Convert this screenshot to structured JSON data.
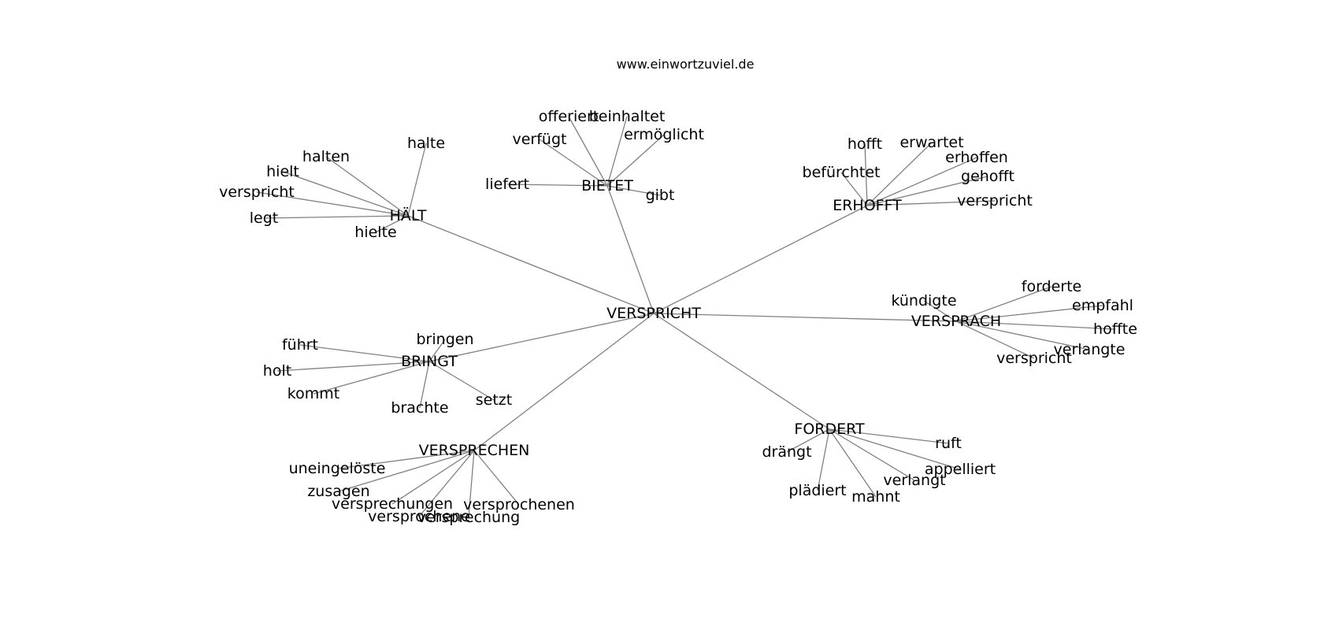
{
  "diagram": {
    "title": "www.einwortzuviel.de",
    "root": "VERSPRICHT",
    "clusters": [
      {
        "id": "haelt",
        "label": "HÄLT",
        "children": [
          "halte",
          "halten",
          "hielt",
          "verspricht",
          "legt",
          "hielte"
        ]
      },
      {
        "id": "bietet",
        "label": "BIETET",
        "children": [
          "offeriert",
          "beinhaltet",
          "ermöglicht",
          "verfügt",
          "liefert",
          "gibt"
        ]
      },
      {
        "id": "erhofft",
        "label": "ERHOFFT",
        "children": [
          "hofft",
          "erwartet",
          "erhoffen",
          "gehofft",
          "befürchtet",
          "verspricht"
        ]
      },
      {
        "id": "versprach",
        "label": "VERSPRACH",
        "children": [
          "kündigte",
          "forderte",
          "empfahl",
          "hoffte",
          "verlangte",
          "verspricht"
        ]
      },
      {
        "id": "bringt",
        "label": "BRINGT",
        "children": [
          "bringen",
          "führt",
          "holt",
          "kommt",
          "brachte",
          "setzt"
        ]
      },
      {
        "id": "versprechen",
        "label": "VERSPRECHEN",
        "children": [
          "uneingelöste",
          "zusagen",
          "versprechungen",
          "versprochene",
          "versprechung",
          "versprochenen"
        ]
      },
      {
        "id": "fordert",
        "label": "FORDERT",
        "children": [
          "drängt",
          "ruft",
          "appelliert",
          "verlangt",
          "plädiert",
          "mahnt"
        ]
      }
    ]
  }
}
